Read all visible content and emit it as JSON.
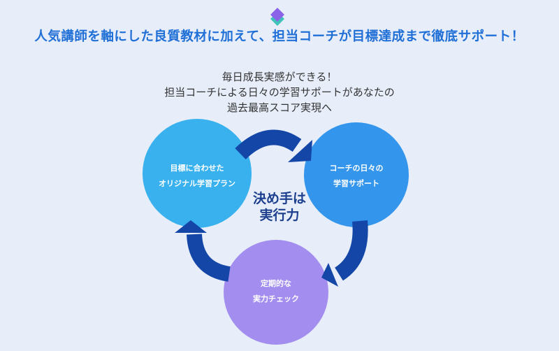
{
  "header": {
    "icon": "layered-diamond-icon",
    "title": "人気講師を軸にした良質教材に加えて、担当コーチが目標達成まで徹底サポート！"
  },
  "intro": {
    "lines": [
      "毎日成長実感ができる！",
      "担当コーチによる日々の学習サポートがあなたの",
      "過去最高スコア実現へ"
    ]
  },
  "cycle": {
    "center": [
      "決め手は",
      "実行力"
    ],
    "steps": [
      {
        "lines": [
          "目標に合わせた",
          "オリジナル学習プラン"
        ],
        "color": "#38b1ee"
      },
      {
        "lines": [
          "コーチの日々の",
          "学習サポート"
        ],
        "color": "#3495ed"
      },
      {
        "lines": [
          "定期的な",
          "実力チェック"
        ],
        "color": "#a38ef0"
      }
    ],
    "arrow_color": "#1446a8"
  }
}
